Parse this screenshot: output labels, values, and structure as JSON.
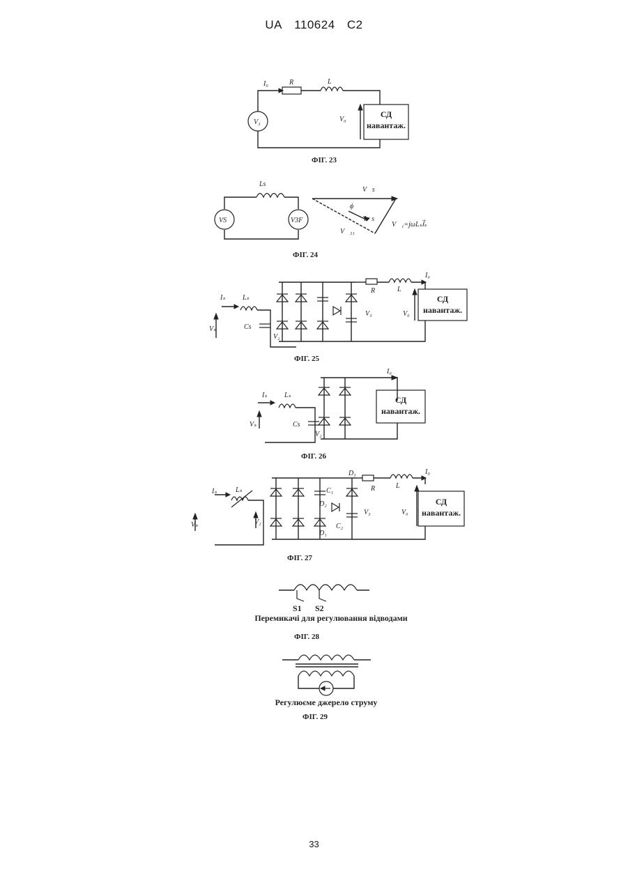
{
  "header": {
    "country": "UA",
    "number": "110624",
    "kind": "C2"
  },
  "page_number": "33",
  "load_box": {
    "line1": "СД",
    "line2": "навантаж."
  },
  "fig23": {
    "caption": "ФІГ. 23",
    "i0": "I₀",
    "r": "R",
    "l": "L",
    "vs": "V₃",
    "v0": "V₀"
  },
  "fig24": {
    "caption": "ФІГ. 24",
    "ls": "Ls",
    "vs": "VS",
    "v3f": "V3F",
    "phi": "ϕ",
    "vs_vec": "V⃗s",
    "is_vec": "I⃗s",
    "v31_vec": "V⃗₃₁",
    "eq": "V⃗₁=jωLₛI⃗ₛ"
  },
  "fig25": {
    "caption": "ФІГ. 25",
    "is": "Iₛ",
    "ls": "Lₛ",
    "vs": "Vₛ",
    "cs": "Cs",
    "v2": "V₂",
    "r": "R",
    "l": "L",
    "i0": "I₀",
    "v3": "V₃",
    "v0": "V₀"
  },
  "fig26": {
    "caption": "ФІГ. 26",
    "is": "Iₛ",
    "ls": "Lₛ",
    "vs": "Vₛ",
    "cs": "Cs",
    "v2": "V₂",
    "i0": "I₀"
  },
  "fig27": {
    "caption": "ФІГ. 27",
    "is": "Iₛ",
    "ls": "Lₛ",
    "vs": "Vₛ",
    "v2": "V₂",
    "d3": "D₃",
    "c1": "C₁",
    "d2": "D₂",
    "c2": "C₂",
    "d1": "D₁",
    "r": "R",
    "l": "L",
    "i0": "I₀",
    "v3": "V₃",
    "v0": "V₀"
  },
  "fig28": {
    "caption": "ФІГ. 28",
    "s1": "S1",
    "s2": "S2",
    "note": "Перемикачі для регулювання відводами"
  },
  "fig29": {
    "caption": "ФІГ. 29",
    "note": "Регулюєме джерело струму"
  }
}
